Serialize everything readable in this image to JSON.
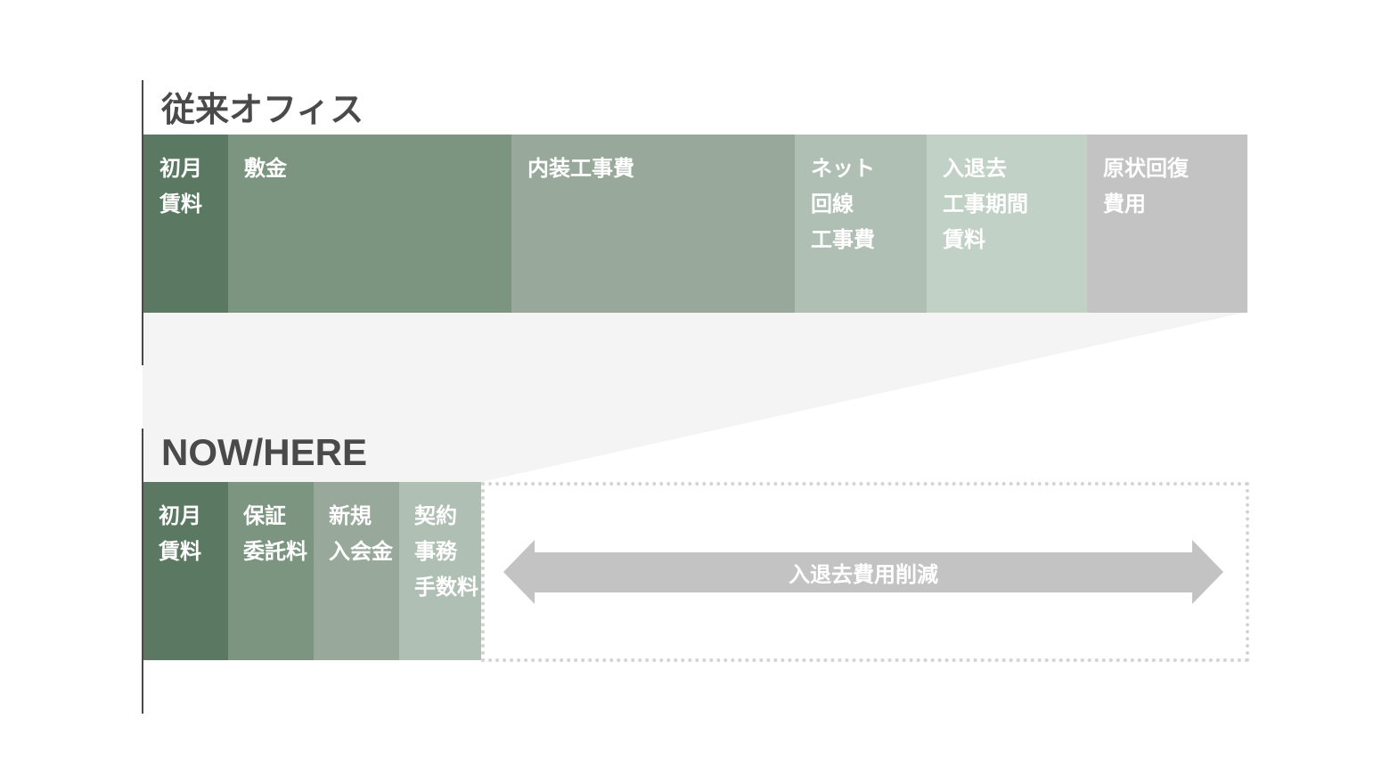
{
  "traditional": {
    "title": "従来オフィス",
    "segments": [
      {
        "label": "初月\n賃料",
        "color": "#5b7962"
      },
      {
        "label": "敷金",
        "color": "#7b9580"
      },
      {
        "label": "内装工事費",
        "color": "#98a99b"
      },
      {
        "label": "ネット\n回線\n工事費",
        "color": "#b0bfb3"
      },
      {
        "label": "入退去\n工事期間\n賃料",
        "color": "#c2d1c5"
      },
      {
        "label": "原状回復\n費用",
        "color": "#c3c3c3"
      }
    ]
  },
  "nowhere": {
    "title": "NOW/HERE",
    "segments": [
      {
        "label": "初月\n賃料",
        "color": "#5b7962"
      },
      {
        "label": "保証\n委託料",
        "color": "#7b9580"
      },
      {
        "label": "新規\n入会金",
        "color": "#98a99b"
      },
      {
        "label": "契約\n事務\n手数料",
        "color": "#b0bfb3"
      }
    ]
  },
  "reduction": {
    "label": "入退去費用削減",
    "arrow_color": "#c3c3c3"
  }
}
